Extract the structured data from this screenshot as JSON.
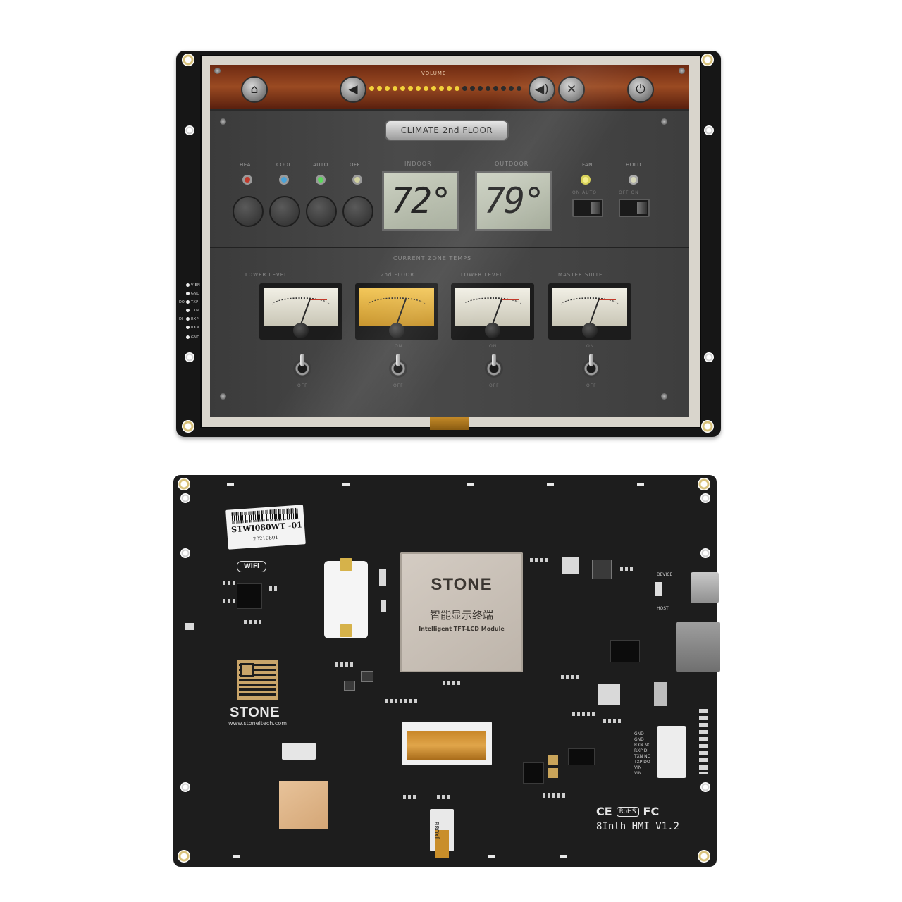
{
  "front_module": {
    "screen": {
      "top_bar": {
        "volume_title": "VOLUME",
        "volume_level": 0.62,
        "icons": [
          "home-icon",
          "speaker-icon",
          "volume-up-icon",
          "mute-icon",
          "power-icon"
        ]
      },
      "climate_plate": "CLIMATE 2nd FLOOR",
      "indicators": [
        {
          "label": "HEAT",
          "color": "#c0392b"
        },
        {
          "label": "COOL",
          "color": "#4aa3d8"
        },
        {
          "label": "AUTO",
          "color": "#5bd65b"
        },
        {
          "label": "OFF",
          "color": "#d1d1a0"
        }
      ],
      "indoor": {
        "label": "INDOOR",
        "value": "72°"
      },
      "outdoor": {
        "label": "OUTDOOR",
        "value": "79°"
      },
      "fan": {
        "label": "FAN",
        "switch_labels": "ON  AUTO"
      },
      "hold": {
        "label": "HOLD",
        "switch_labels": "OFF  ON"
      },
      "zone_title": "CURRENT ZONE TEMPS",
      "zones": [
        {
          "label": "LOWER LEVEL",
          "style": "white",
          "toggle_top": "",
          "toggle_bottom": "OFF"
        },
        {
          "label": "2nd FLOOR",
          "style": "gold",
          "toggle_top": "ON",
          "toggle_bottom": "OFF"
        },
        {
          "label": "LOWER LEVEL",
          "style": "white",
          "toggle_top": "ON",
          "toggle_bottom": "OFF"
        },
        {
          "label": "MASTER SUITE",
          "style": "white",
          "toggle_top": "ON",
          "toggle_bottom": "OFF"
        }
      ]
    },
    "side_pins": [
      "VIEN",
      "GND",
      "TXP",
      "TXN",
      "RXP",
      "RXN",
      "GND"
    ],
    "side_pin_prefixes": [
      "",
      "",
      "DO",
      "",
      "DI",
      "",
      ""
    ]
  },
  "back_board": {
    "sticker": {
      "model": "STWI080WT -01",
      "date": "20210801"
    },
    "wifi_badge": "WiFi",
    "cpu": {
      "brand": "STONE",
      "cn": "智能显示终端",
      "sub": "Intelligent TFT-LCD Module"
    },
    "brand": "STONE",
    "url": "www.stoneitech.com",
    "usb_labels": {
      "device": "DEVICE",
      "host": "HOST"
    },
    "io_labels": [
      "GND",
      "GND",
      "RXN NC",
      "RXP DI",
      "TXN NC",
      "TXP DO",
      "VIN",
      "VIN"
    ],
    "bottom_conn_label": "JXO8B",
    "cert": {
      "ce": "CE",
      "rohs": "RoHS",
      "fc": "FC"
    },
    "board_rev": "8Inth_HMI_V1.2"
  }
}
